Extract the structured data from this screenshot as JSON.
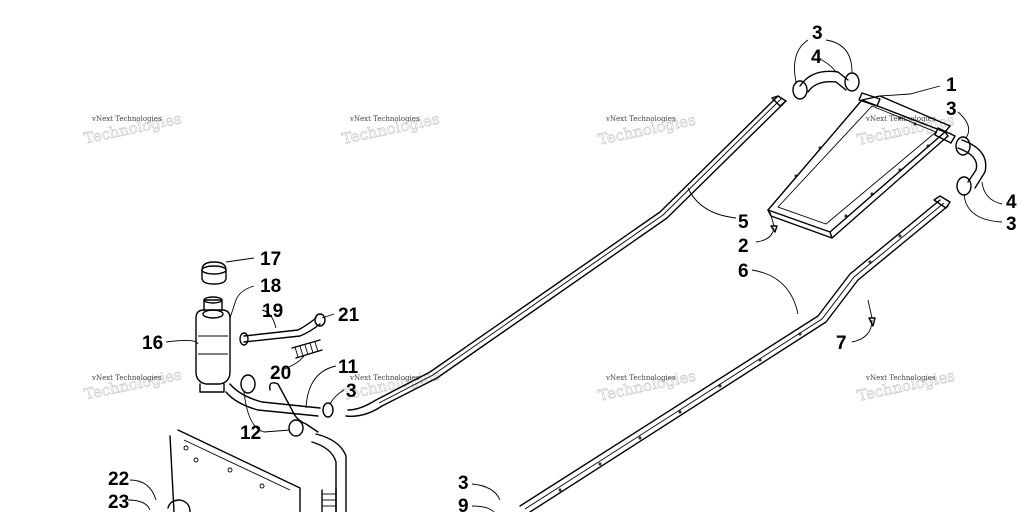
{
  "diagram": {
    "callouts": [
      {
        "id": "c-3a",
        "text": "3"
      },
      {
        "id": "c-4a",
        "text": "4"
      },
      {
        "id": "c-1",
        "text": "1"
      },
      {
        "id": "c-3b",
        "text": "3"
      },
      {
        "id": "c-4b",
        "text": "4"
      },
      {
        "id": "c-3c",
        "text": "3"
      },
      {
        "id": "c-5",
        "text": "5"
      },
      {
        "id": "c-2",
        "text": "2"
      },
      {
        "id": "c-6",
        "text": "6"
      },
      {
        "id": "c-7",
        "text": "7"
      },
      {
        "id": "c-17",
        "text": "17"
      },
      {
        "id": "c-18",
        "text": "18"
      },
      {
        "id": "c-19",
        "text": "19"
      },
      {
        "id": "c-21",
        "text": "21"
      },
      {
        "id": "c-16",
        "text": "16"
      },
      {
        "id": "c-11",
        "text": "11"
      },
      {
        "id": "c-20",
        "text": "20"
      },
      {
        "id": "c-3d",
        "text": "3"
      },
      {
        "id": "c-12",
        "text": "12"
      },
      {
        "id": "c-22",
        "text": "22"
      },
      {
        "id": "c-23",
        "text": "23"
      },
      {
        "id": "c-3e",
        "text": "3"
      },
      {
        "id": "c-9",
        "text": "9"
      }
    ],
    "watermark_text": "vNext Technologies"
  }
}
